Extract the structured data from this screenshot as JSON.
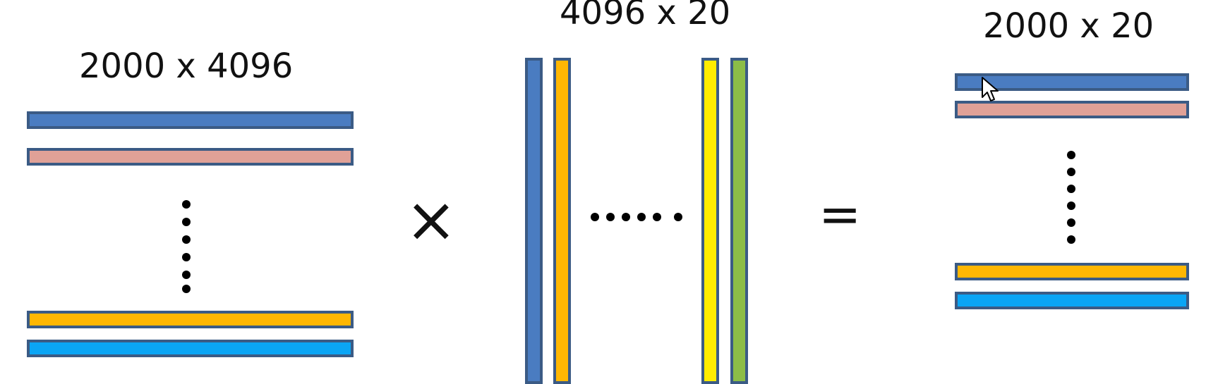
{
  "labels": {
    "left_matrix": "2000 x 4096",
    "middle_matrix": "4096 x 20",
    "right_matrix": "2000 x 20"
  },
  "operators": {
    "multiply": "×",
    "equals": "="
  },
  "colors": {
    "border": "#3b5b85",
    "blue": "#4a7cc1",
    "pink": "#e0a197",
    "orange": "#ffb703",
    "light_blue": "#0aa5f5",
    "yellow": "#ffec00",
    "green": "#8cbd47"
  },
  "left_rows": [
    "blue",
    "pink",
    "orange",
    "light_blue"
  ],
  "middle_columns": [
    "blue",
    "orange",
    "yellow",
    "green"
  ],
  "right_rows": [
    "blue",
    "pink",
    "orange",
    "light_blue"
  ]
}
